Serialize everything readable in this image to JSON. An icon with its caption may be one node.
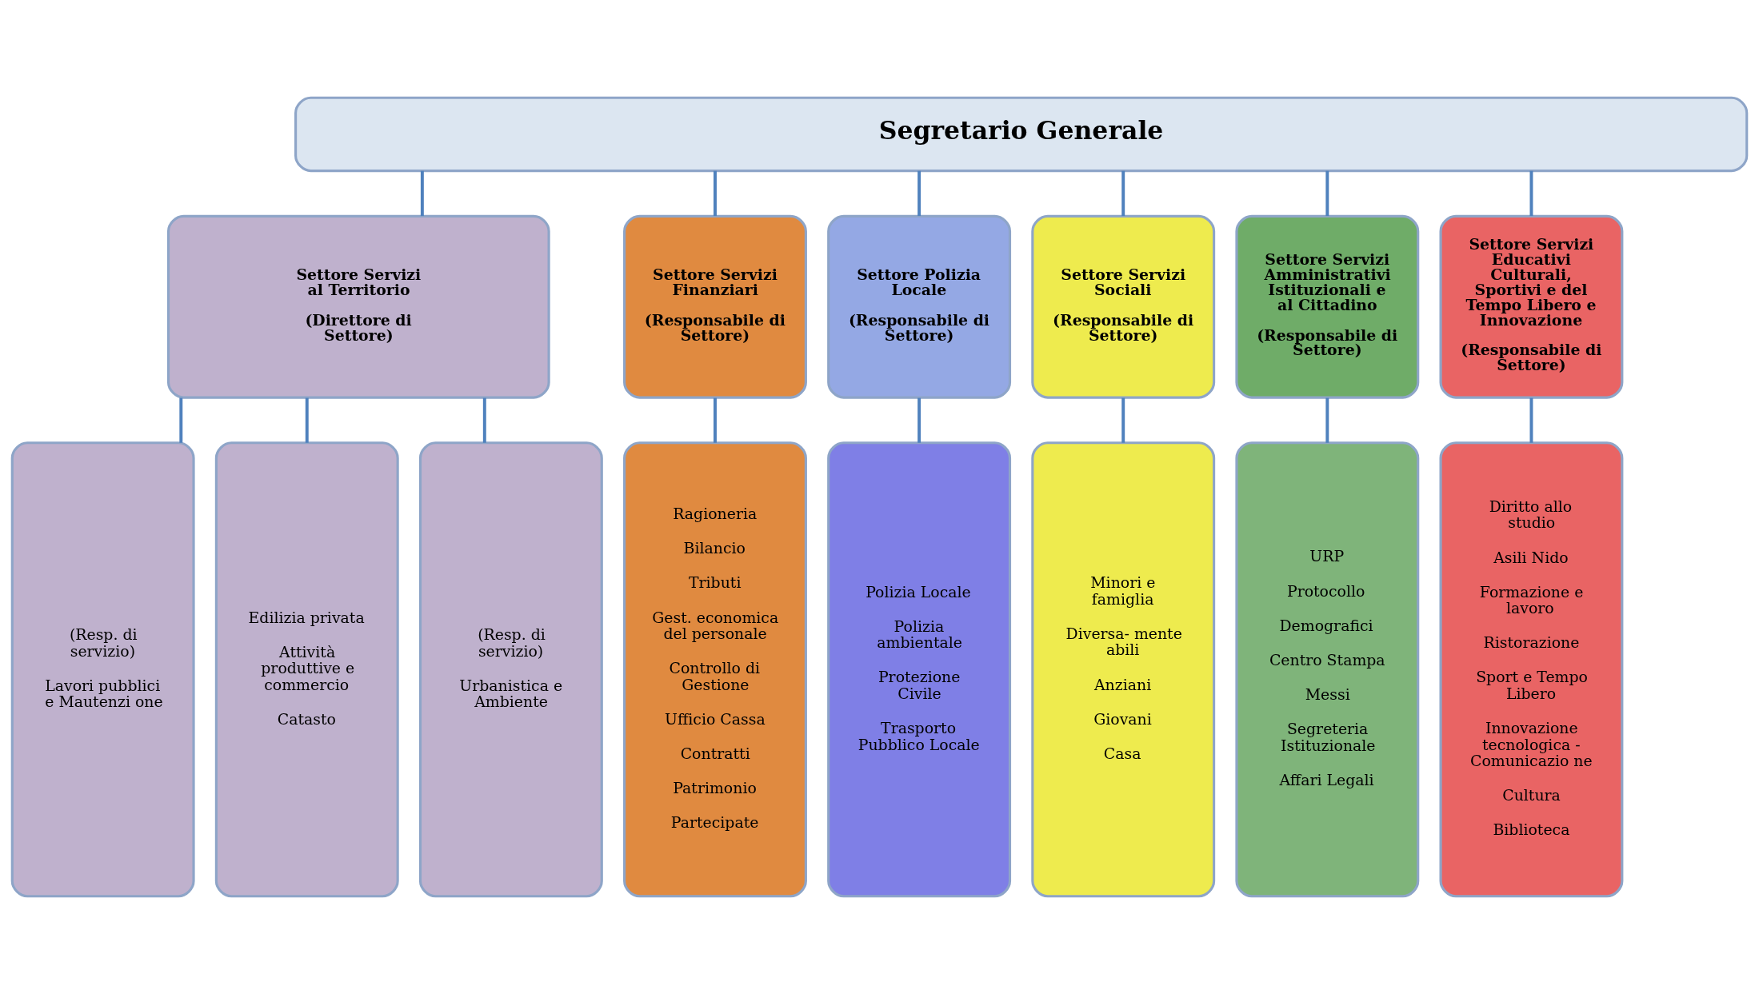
{
  "diagram": {
    "nodes": [
      {
        "text": [
          "Segretario Generale"
        ]
      },
      {
        "text": [
          "Settore Servizi al Territorio",
          "(Direttore di Settore)"
        ]
      },
      {
        "text": [
          "Settore Servizi Finanziari",
          "(Responsabile di Settore)"
        ]
      },
      {
        "text": [
          "Settore Polizia Locale",
          "(Responsabile di Settore)"
        ]
      },
      {
        "text": [
          "Settore Servizi Sociali",
          "(Responsabile di Settore)"
        ]
      },
      {
        "text": [
          "Settore Servizi Amministrativi Istituzionali e al Cittadino",
          "(Responsabile di Settore)"
        ]
      },
      {
        "text": [
          "Settore Servizi Educativi Culturali, Sportivi e del Tempo Libero e Innovazione",
          "(Responsabile di Settore)"
        ]
      },
      {
        "text": [
          "(Resp. di servizio)",
          "Lavori pubblici e Mautenzi one"
        ]
      },
      {
        "text": [
          "Edilizia privata",
          "Attività produttive e commercio",
          "Catasto"
        ]
      },
      {
        "text": [
          "(Resp. di servizio)",
          "Urbanistica e Ambiente"
        ]
      },
      {
        "text": [
          "Ragioneria",
          "Bilancio",
          "Tributi",
          "Gest. economica del personale",
          "Controllo di Gestione",
          "Ufficio Cassa",
          "Contratti",
          "Patrimonio",
          "Partecipate"
        ]
      },
      {
        "text": [
          "Polizia Locale",
          "Polizia ambientale",
          "Protezione Civile",
          "Trasporto Pubblico Locale"
        ]
      },
      {
        "text": [
          "Minori e famiglia",
          "Diversa- mente abili",
          "Anziani",
          "Giovani",
          "Casa"
        ]
      },
      {
        "text": [
          "URP",
          "Protocollo",
          "Demografici",
          "Centro Stampa",
          "Messi",
          "Segreteria Istituzionale",
          "Affari Legali"
        ]
      },
      {
        "text": [
          "Diritto allo studio",
          "Asili Nido",
          "Formazione e lavoro",
          "Ristorazione",
          "Sport e Tempo Libero",
          "Innovazione tecnologica - Comunicazio ne",
          "Cultura",
          "Biblioteca"
        ]
      }
    ],
    "edges": [
      {
        "from": 0,
        "to": 1,
        "arrow": "none"
      },
      {
        "from": 0,
        "to": 2,
        "arrow": "none"
      },
      {
        "from": 0,
        "to": 3,
        "arrow": "none"
      },
      {
        "from": 0,
        "to": 4,
        "arrow": "none"
      },
      {
        "from": 0,
        "to": 5,
        "arrow": "none"
      },
      {
        "from": 0,
        "to": 6,
        "arrow": "none"
      },
      {
        "from": 1,
        "to": 7,
        "arrow": "none"
      },
      {
        "from": 1,
        "to": 8,
        "arrow": "none"
      },
      {
        "from": 1,
        "to": 9,
        "arrow": "none"
      },
      {
        "from": 2,
        "to": 10,
        "arrow": "none"
      },
      {
        "from": 3,
        "to": 11,
        "arrow": "none"
      },
      {
        "from": 4,
        "to": 12,
        "arrow": "none"
      },
      {
        "from": 5,
        "to": 13,
        "arrow": "none"
      },
      {
        "from": 6,
        "to": 14,
        "arrow": "none"
      }
    ]
  }
}
